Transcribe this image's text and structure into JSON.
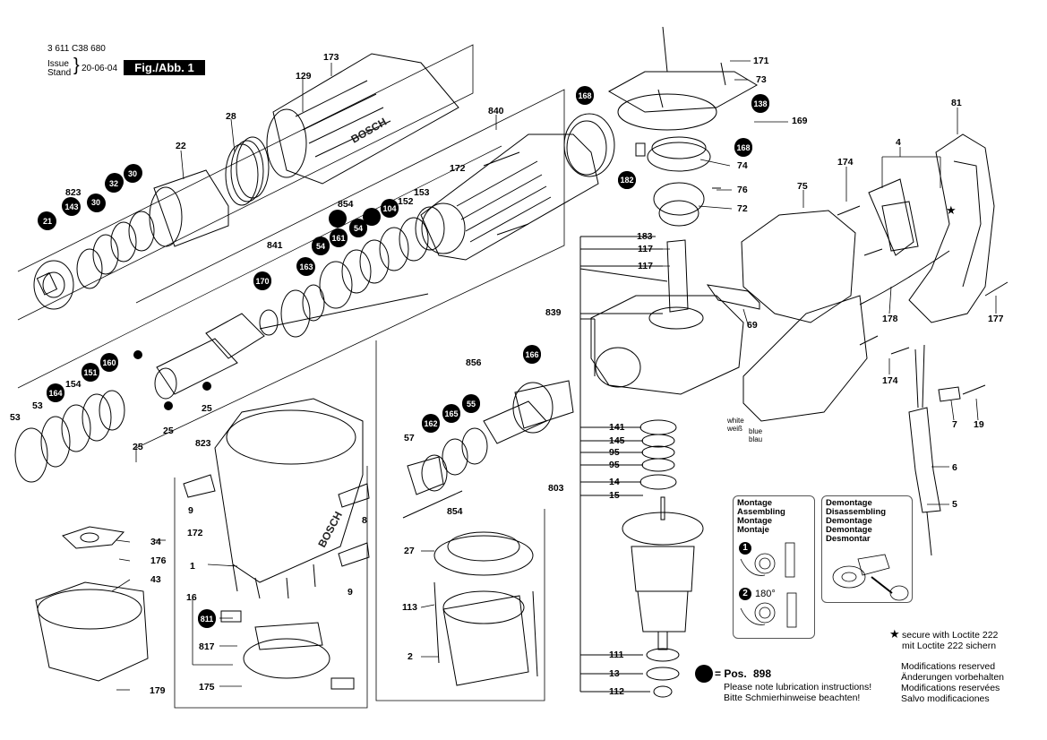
{
  "header": {
    "doc_number": "3 611 C38 680",
    "issue_label": "Issue",
    "stand_label": "Stand",
    "date": "20-06-04",
    "figure": "Fig./Abb. 1"
  },
  "callouts": [
    "173",
    "129",
    "28",
    "22",
    "30",
    "32",
    "30",
    "143",
    "823",
    "21",
    "168",
    "840",
    "172",
    "854",
    "104",
    "54",
    "161",
    "54",
    "152",
    "153",
    "841",
    "163",
    "170",
    "160",
    "151",
    "154",
    "164",
    "53",
    "53",
    "25",
    "25",
    "823",
    "25",
    "856",
    "166",
    "55",
    "165",
    "162",
    "57",
    "854",
    "9",
    "8",
    "172",
    "1",
    "9",
    "34",
    "176",
    "43",
    "16",
    "811",
    "817",
    "175",
    "179",
    "27",
    "113",
    "2",
    "171",
    "73",
    "138",
    "169",
    "168",
    "74",
    "182",
    "76",
    "72",
    "183",
    "117",
    "117",
    "839",
    "69",
    "141",
    "145",
    "95",
    "95",
    "803",
    "14",
    "15",
    "111",
    "13",
    "112",
    "75",
    "174",
    "4",
    "81",
    "178",
    "177",
    "174",
    "7",
    "19",
    "6",
    "5"
  ],
  "side_labels": {
    "white": "white",
    "weiss": "weiß",
    "blue": "blue",
    "blau": "blau"
  },
  "assembling_box": {
    "lines": [
      "Montage",
      "Assembling",
      "Montage",
      "Montaje"
    ],
    "step1": "1",
    "step2": "2",
    "angle": "180°"
  },
  "disassembling_box": {
    "lines": [
      "Demontage",
      "Disassembling",
      "Demontage",
      "Demontage",
      "Desmontar"
    ]
  },
  "footer": {
    "pos_label": "= Pos.",
    "pos_number": "898",
    "lube_lines": [
      "Please note lubrication instructions!",
      "Bitte Schmierhinweise beachten!"
    ],
    "loctite_lines": [
      "secure with Loctite 222",
      "mit Loctite 222 sichern"
    ],
    "mods_lines": [
      "Modifications reserved",
      "Änderungen vorbehalten",
      "Modifications reservées",
      "Salvo modificaciones"
    ]
  },
  "brand_mark": "BOSCH"
}
